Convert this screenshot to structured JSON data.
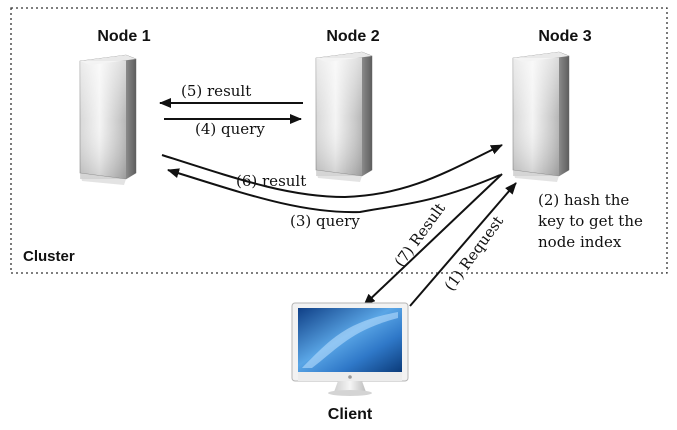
{
  "cluster": {
    "label": "Cluster",
    "nodes": [
      {
        "name": "Node 1"
      },
      {
        "name": "Node 2"
      },
      {
        "name": "Node 3"
      }
    ]
  },
  "client": {
    "label": "Client"
  },
  "steps": {
    "request": "(1) Request",
    "hash_line1": "(2)  hash  the",
    "hash_line2": "key to get the",
    "hash_line3": "node index",
    "query3": "(3) query",
    "query4": "(4) query",
    "result5": "(5) result",
    "result6": "(6) result",
    "result7": "(7) Result"
  },
  "colors": {
    "border": "#333333",
    "arrow": "#111111",
    "screen": "#2f78c8"
  },
  "icons": {
    "server": "server-tower-icon",
    "client": "desktop-computer-icon"
  }
}
